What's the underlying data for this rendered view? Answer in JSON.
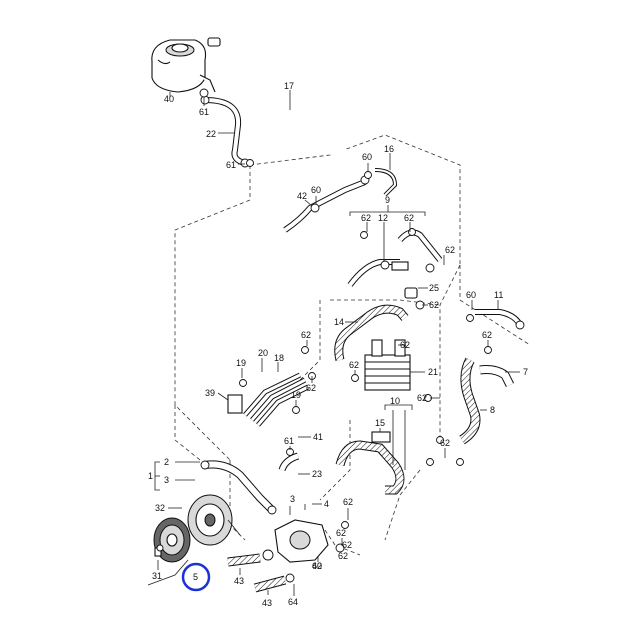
{
  "diagram": {
    "highlighted_callout": "5",
    "highlight_color": "#1a32d6",
    "line_color": "#111111",
    "callouts": [
      {
        "id": "c40a",
        "text": "40"
      },
      {
        "id": "c61a",
        "text": "61"
      },
      {
        "id": "c22",
        "text": "22"
      },
      {
        "id": "c61b",
        "text": "61"
      },
      {
        "id": "c17",
        "text": "17"
      },
      {
        "id": "c60a",
        "text": "60"
      },
      {
        "id": "c16",
        "text": "16"
      },
      {
        "id": "c42",
        "text": "42"
      },
      {
        "id": "c60b",
        "text": "60"
      },
      {
        "id": "c9",
        "text": "9"
      },
      {
        "id": "c62a",
        "text": "62"
      },
      {
        "id": "c12",
        "text": "12"
      },
      {
        "id": "c62b",
        "text": "62"
      },
      {
        "id": "c62c",
        "text": "62"
      },
      {
        "id": "c25",
        "text": "25"
      },
      {
        "id": "c62d",
        "text": "62"
      },
      {
        "id": "c60c",
        "text": "60"
      },
      {
        "id": "c11",
        "text": "11"
      },
      {
        "id": "c14",
        "text": "14"
      },
      {
        "id": "c62e",
        "text": "62"
      },
      {
        "id": "c62f",
        "text": "62"
      },
      {
        "id": "c7",
        "text": "7"
      },
      {
        "id": "c19",
        "text": "19"
      },
      {
        "id": "c20",
        "text": "20"
      },
      {
        "id": "c18",
        "text": "18"
      },
      {
        "id": "c62g",
        "text": "62"
      },
      {
        "id": "c62h",
        "text": "62"
      },
      {
        "id": "c62i",
        "text": "62"
      },
      {
        "id": "c21",
        "text": "21"
      },
      {
        "id": "c39",
        "text": "39"
      },
      {
        "id": "c19b",
        "text": "19"
      },
      {
        "id": "c62j",
        "text": "62"
      },
      {
        "id": "c8",
        "text": "8"
      },
      {
        "id": "c10",
        "text": "10"
      },
      {
        "id": "c15",
        "text": "15"
      },
      {
        "id": "c62k",
        "text": "62"
      },
      {
        "id": "c61c",
        "text": "61"
      },
      {
        "id": "c41",
        "text": "41"
      },
      {
        "id": "c2",
        "text": "2"
      },
      {
        "id": "c1",
        "text": "1"
      },
      {
        "id": "c3a",
        "text": "3"
      },
      {
        "id": "c23",
        "text": "23"
      },
      {
        "id": "c62l",
        "text": "62"
      },
      {
        "id": "c62m",
        "text": "62"
      },
      {
        "id": "c62n",
        "text": "62"
      },
      {
        "id": "c4",
        "text": "4"
      },
      {
        "id": "c3b",
        "text": "3"
      },
      {
        "id": "c32",
        "text": "32"
      },
      {
        "id": "c62o",
        "text": "62"
      },
      {
        "id": "c62p",
        "text": "62"
      },
      {
        "id": "c40b",
        "text": "40"
      },
      {
        "id": "c31",
        "text": "31"
      },
      {
        "id": "c5",
        "text": "5"
      },
      {
        "id": "c43a",
        "text": "43"
      },
      {
        "id": "c43b",
        "text": "43"
      },
      {
        "id": "c64",
        "text": "64"
      }
    ]
  }
}
